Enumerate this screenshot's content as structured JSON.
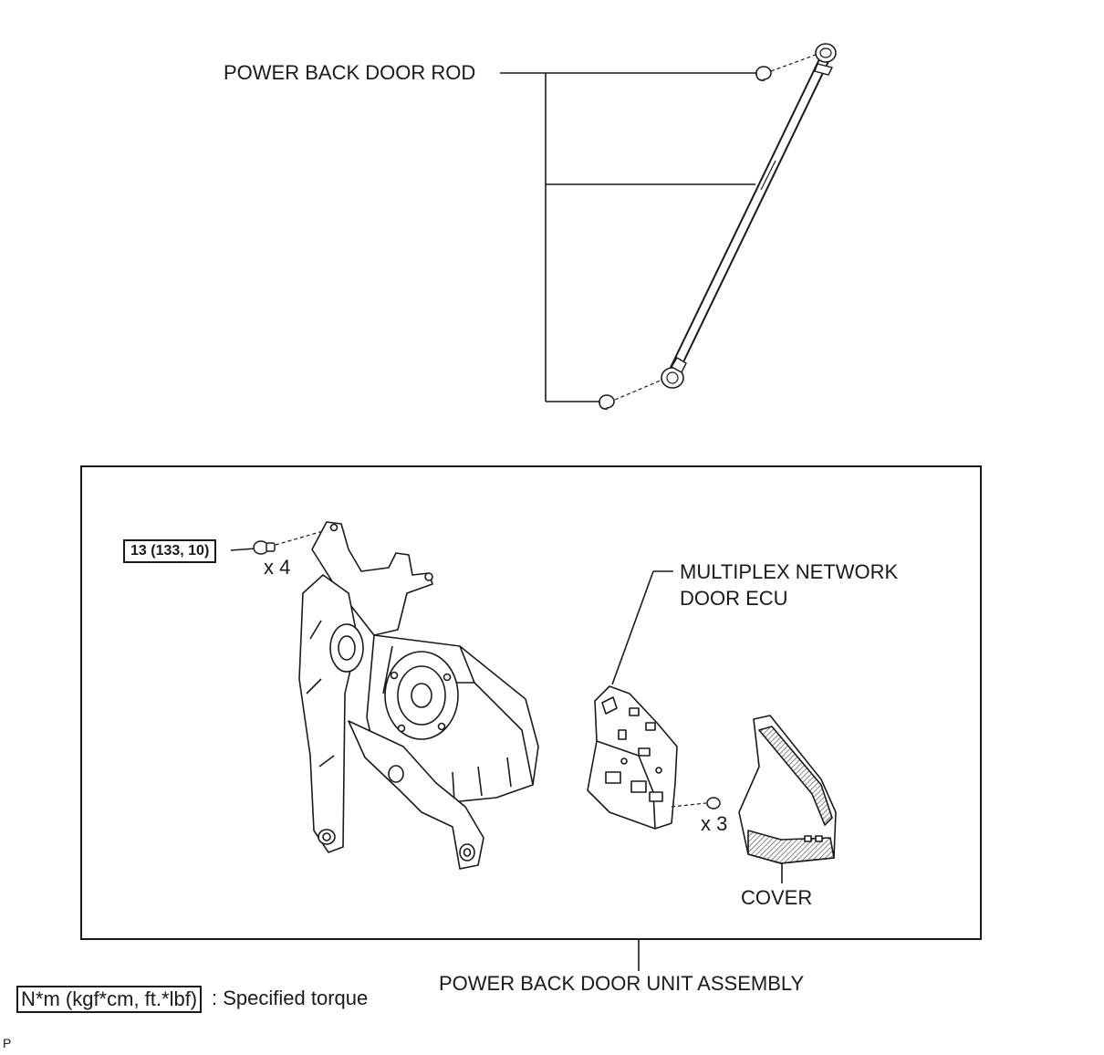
{
  "labels": {
    "power_back_door_rod": "POWER BACK DOOR ROD",
    "multiplex_line1": "MULTIPLEX NETWORK",
    "multiplex_line2": "DOOR ECU",
    "cover": "COVER",
    "unit_assembly": "POWER BACK DOOR UNIT ASSEMBLY",
    "torque_value": "13 (133, 10)",
    "qty_bolts": "x 4",
    "qty_screws": "x 3"
  },
  "legend": {
    "units": "N*m (kgf*cm, ft.*lbf)",
    "description": ": Specified torque"
  },
  "corner_mark": "P",
  "colors": {
    "line": "#1a1a1a",
    "hatch": "#555555",
    "background": "#ffffff"
  }
}
